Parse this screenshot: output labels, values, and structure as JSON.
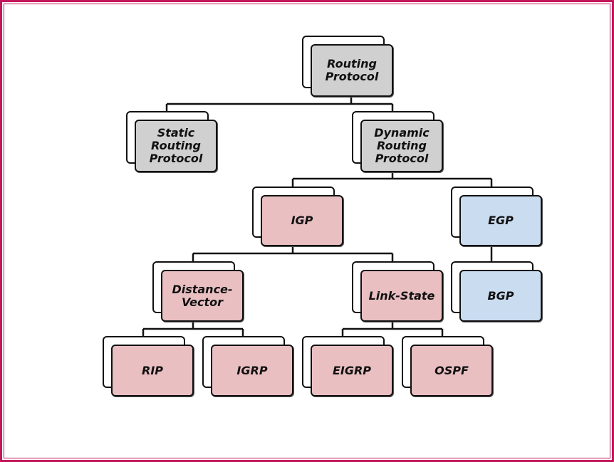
{
  "colors": {
    "border": "#c2185b",
    "gray": "#d0d0d0",
    "pink": "#e9bfc2",
    "blue": "#cadcf0"
  },
  "nodes": {
    "routing_protocol": "Routing\nProtocol",
    "static": "Static\nRouting\nProtocol",
    "dynamic": "Dynamic\nRouting\nProtocol",
    "igp": "IGP",
    "egp": "EGP",
    "distance_vector": "Distance-\nVector",
    "link_state": "Link-State",
    "bgp": "BGP",
    "rip": "RIP",
    "igrp": "IGRP",
    "eigrp": "EIGRP",
    "ospf": "OSPF"
  }
}
